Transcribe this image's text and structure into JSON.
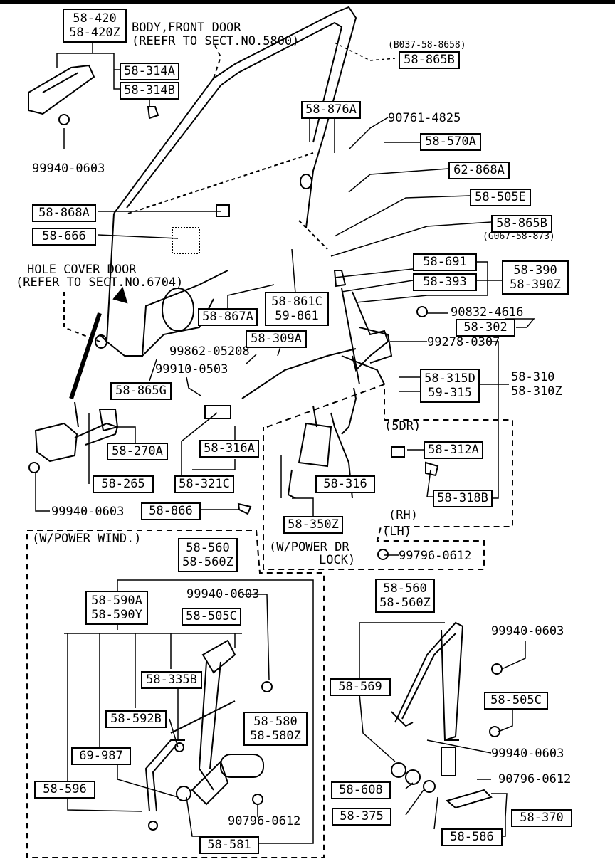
{
  "callouts": {
    "c58420": "58-420",
    "c58420z": "58-420Z",
    "body_front_door_1": "BODY,FRONT DOOR",
    "body_front_door_2": "(REEFR TO SECT.NO.5800)",
    "c58314a": "58-314A",
    "c58314b": "58-314B",
    "c99940_0603_a": "99940-0603",
    "b037": "(B037-58-8658)",
    "c58865b_a": "58-865B",
    "c58876a": "58-876A",
    "c90761": "90761-4825",
    "c58570a": "58-570A",
    "c62868a": "62-868A",
    "c58505e": "58-505E",
    "c58865b_b": "58-865B",
    "g067": "(G067-58-873)",
    "c58868a": "58-868A",
    "c58666": "58-666",
    "hole_cover_1": "HOLE COVER DOOR",
    "hole_cover_2": "(REFER TO SECT.NO.6704)",
    "c58691": "58-691",
    "c58393": "58-393",
    "c58390": "58-390",
    "c58390z": "58-390Z",
    "c58861c": "58-861C",
    "c59861": "59-861",
    "c58867a": "58-867A",
    "c90832": "90832-4616",
    "c58302": "58-302",
    "c58309a": "58-309A",
    "c99278": "99278-0307",
    "c99862": "99862-05208",
    "c99910": "99910-0503",
    "c58315d": "58-315D",
    "c59315": "59-315",
    "c58310": "58-310",
    "c58310z": "58-310Z",
    "c58865g": "58-865G",
    "c5dr": "(5DR)",
    "c58312a": "58-312A",
    "c58270a": "58-270A",
    "c58316a": "58-316A",
    "c58316": "58-316",
    "c58318b": "58-318B",
    "c58265": "58-265",
    "c58321c": "58-321C",
    "c99940_0603_b": "99940-0603",
    "c58866": "58-866",
    "crh": "(RH)",
    "c58350z": "58-350Z",
    "clh": "(LH)",
    "power_wind": "(W/POWER WIND.)",
    "c58560_a": "58-560",
    "c58560z_a": "58-560Z",
    "power_dr_1": "(W/POWER DR",
    "power_dr_2": "LOCK)",
    "c99796": "99796-0612",
    "c99940_0603_c": "99940-0603",
    "c58590a": "58-590A",
    "c58590y": "58-590Y",
    "c58505c_a": "58-505C",
    "c58560_b": "58-560",
    "c58560z_b": "58-560Z",
    "c99940_0603_d": "99940-0603",
    "c58335b": "58-335B",
    "c58569": "58-569",
    "c58505c_b": "58-505C",
    "c58592b": "58-592B",
    "c58580": "58-580",
    "c58580z": "58-580Z",
    "c69987": "69-987",
    "c99940_0603_e": "99940-0603",
    "c58596": "58-596",
    "c90796_a": "90796-0612",
    "c58608": "58-608",
    "c90796_b": "90796-0612",
    "c58375": "58-375",
    "c58370": "58-370",
    "c58581": "58-581",
    "c58586": "58-586"
  }
}
